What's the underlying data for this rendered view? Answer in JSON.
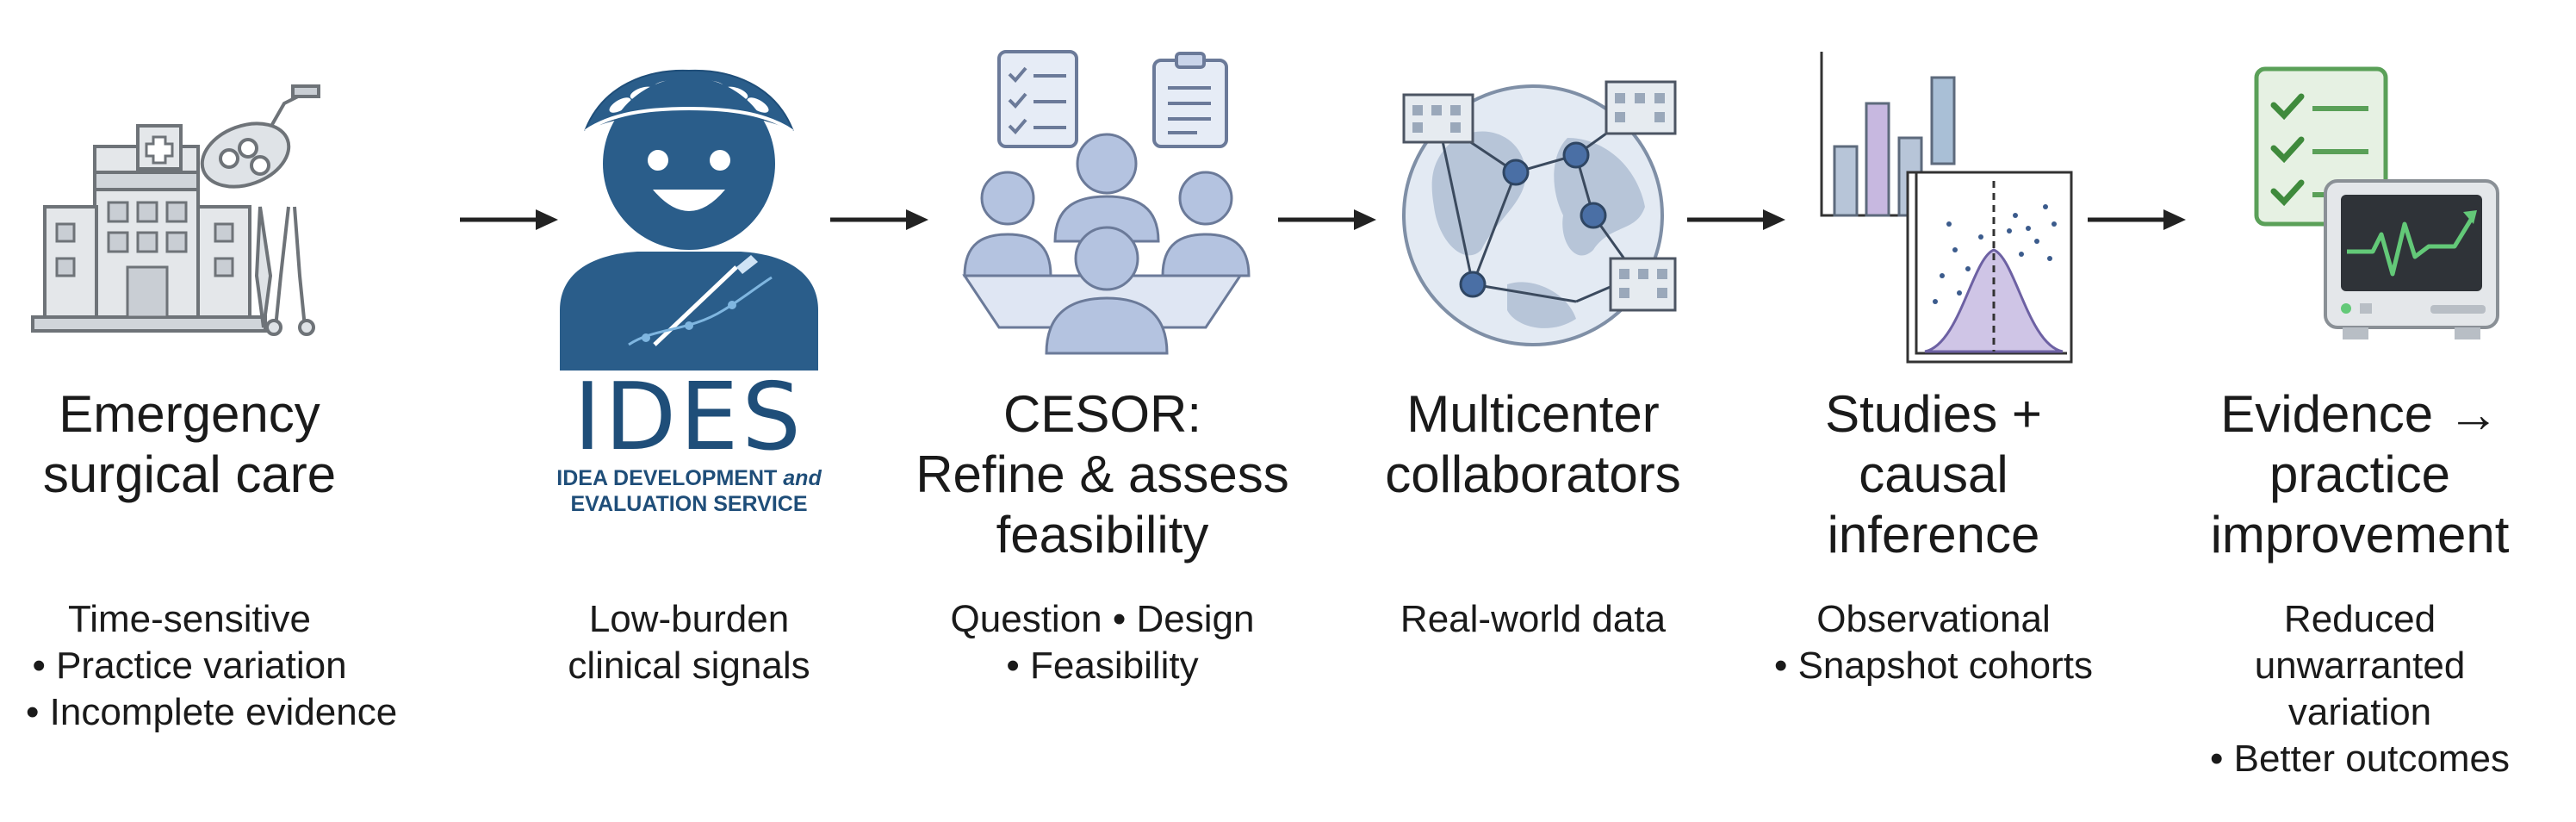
{
  "stages": [
    {
      "title_lines": [
        "Emergency",
        "surgical care"
      ],
      "desc_lines": [
        "Time-sensitive",
        "• Practice variation",
        "• Incomplete evidence"
      ],
      "icon": "hospital-surgical-lamp-instruments-icon"
    },
    {
      "logo_text": "IDES",
      "logo_sub_line1_a": "IDEA DEVELOPMENT ",
      "logo_sub_line1_b": "and",
      "logo_sub_line2": "EVALUATION SERVICE",
      "desc_lines": [
        "Low-burden",
        "clinical signals"
      ],
      "icon": "laurel-person-scalpel-icon"
    },
    {
      "title_lines": [
        "CESOR:",
        "Refine & assess",
        "feasibility"
      ],
      "desc_lines": [
        "Question • Design",
        "• Feasibility"
      ],
      "icon": "team-meeting-checklist-icon"
    },
    {
      "title_lines": [
        "Multicenter",
        "collaborators"
      ],
      "desc_lines": [
        "Real-world data"
      ],
      "icon": "globe-network-hospitals-icon"
    },
    {
      "title_lines": [
        "Studies +",
        "causal",
        "inference"
      ],
      "desc_lines": [
        "Observational",
        "• Snapshot cohorts"
      ],
      "icon": "bar-chart-distribution-icon"
    },
    {
      "title_lines": [
        "Evidence →",
        "practice",
        "improvement"
      ],
      "desc_lines": [
        "Reduced",
        "unwarranted",
        "variation",
        "• Better outcomes"
      ],
      "icon": "checklist-monitor-icon"
    }
  ],
  "colors": {
    "text": "#1a1a1a",
    "ides_navy": "#1f4e79",
    "icon_gray": "#b8bec5",
    "icon_blue": "#b4c3e0",
    "chart_purple": "#b9a9d6",
    "checklist_green": "#5aa058",
    "arrow": "#222222"
  }
}
